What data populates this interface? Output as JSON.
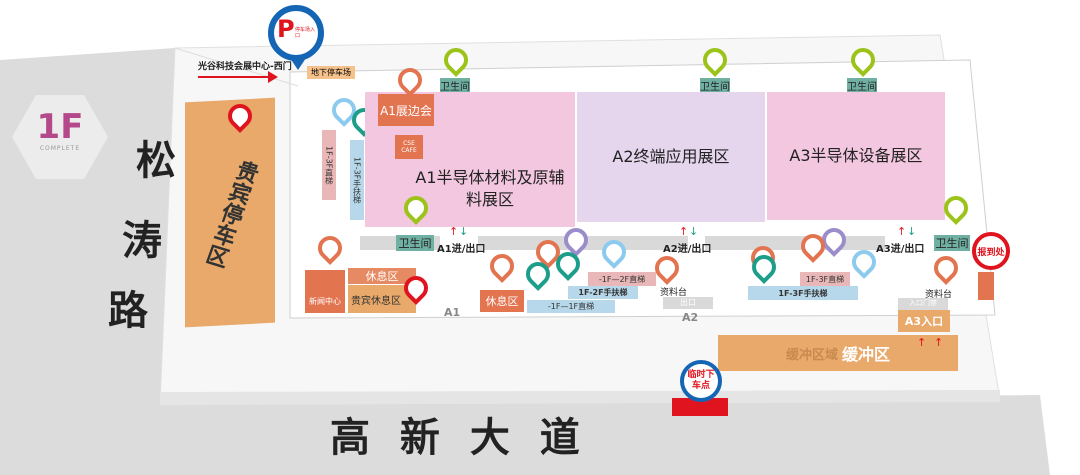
{
  "floor": {
    "label": "1F",
    "sub": "COMPLETE"
  },
  "roads": {
    "left": [
      "松",
      "涛",
      "路"
    ],
    "bottom": "高 新 大 道"
  },
  "west_gate": "光谷科技会展中心-西门",
  "parking": {
    "pin": "停车场入口",
    "p": "P",
    "underground": "地下停车场"
  },
  "vip_parking": "贵宾停车区",
  "a1_side": "A1展边会",
  "cafe": "CSE CAFE",
  "lifts": {
    "left_lift": "1F-3F直梯",
    "left_esc": "1F-3F手扶梯",
    "mid_lift1": "-1F—1F直梯",
    "mid_esc": "1F-2F手扶梯",
    "mid_lift2": "-1F—2F直梯",
    "right_lift": "1F-3F直梯",
    "right_esc": "1F-3F手扶梯"
  },
  "halls": {
    "a1": "A1半导体材料及原辅料展区",
    "a2": "A2终端应用展区",
    "a3": "A3半导体设备展区"
  },
  "toilet": "卫生间",
  "exits": {
    "a1": "A1进/出口",
    "a2": "A2进/出口",
    "a3": "A3进/出口",
    "a1_door": "A1",
    "a2_door": "A2",
    "exit": "出口",
    "gate": "入口门禁",
    "a3_entry": "A3入口"
  },
  "rest": {
    "rest": "休息区",
    "vip_rest": "贵宾休息区",
    "press": "新闻中心"
  },
  "info_desk": "资料台",
  "registration": "报到处",
  "buffer": {
    "grey": "缓冲区域",
    "white": "缓冲区"
  },
  "dropoff": "临时下车点"
}
